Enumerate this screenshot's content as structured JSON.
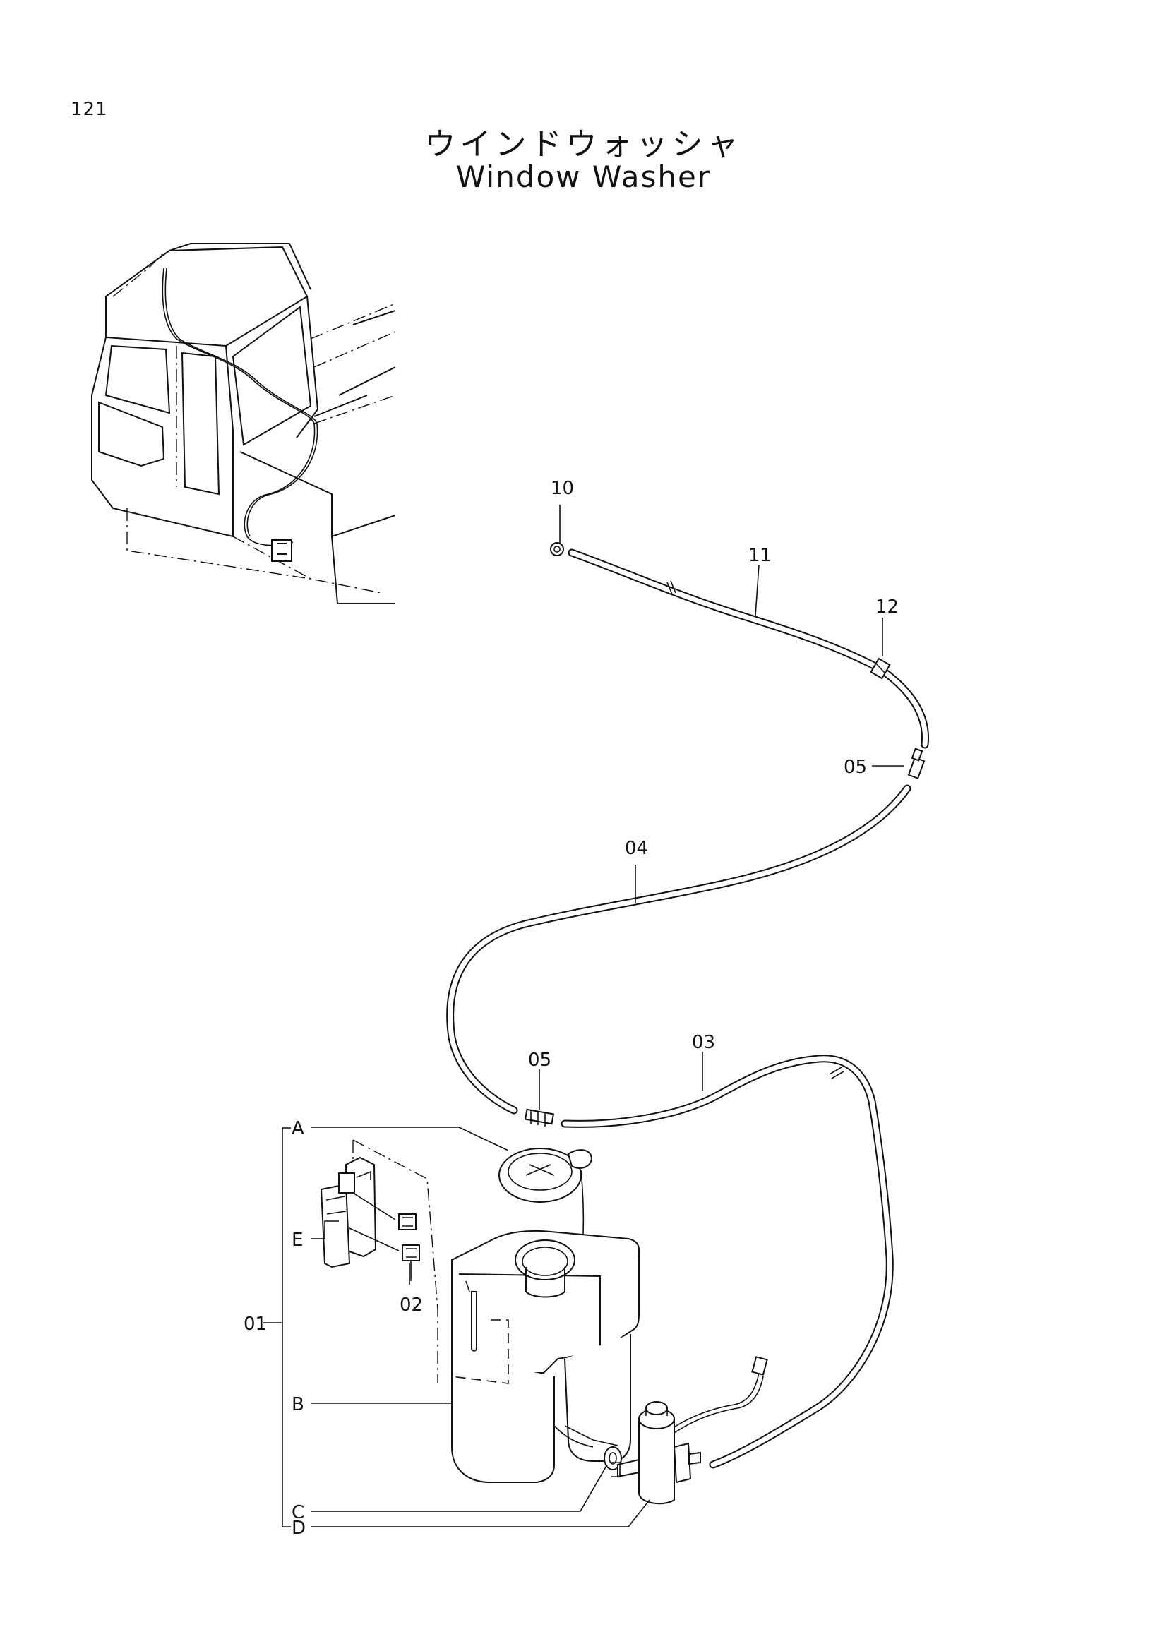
{
  "page": {
    "number": "121"
  },
  "title": {
    "japanese": "ウインドウォッシャ",
    "english": "Window Washer"
  },
  "callouts": {
    "c10": "10",
    "c11": "11",
    "c12": "12",
    "c05_top": "05",
    "c04": "04",
    "c05_mid": "05",
    "c03": "03",
    "c02": "02",
    "c01": "01",
    "cA": "A",
    "cB": "B",
    "cC": "C",
    "cD": "D",
    "cE": "E"
  }
}
